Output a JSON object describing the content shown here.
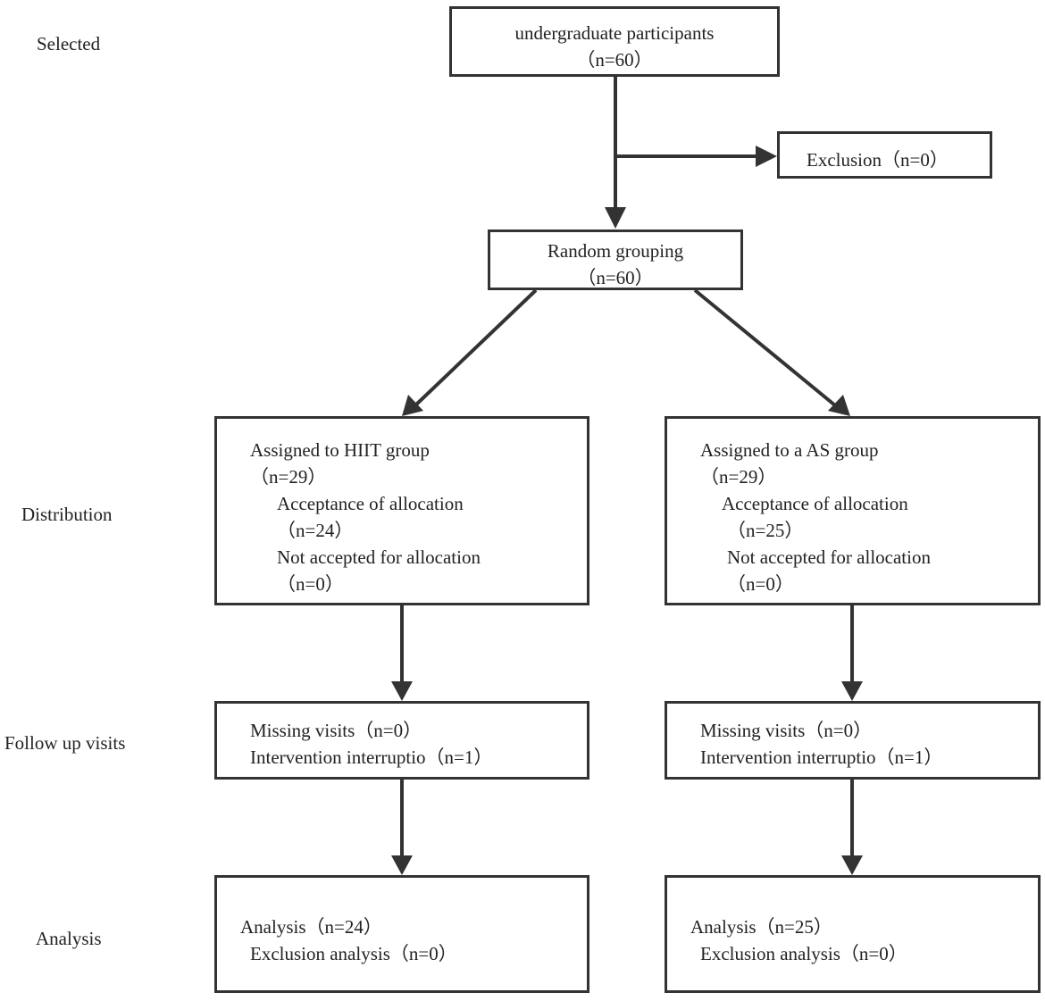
{
  "stages": {
    "selected": "Selected",
    "distribution": "Distribution",
    "follow_up": "Follow up visits",
    "analysis": "Analysis"
  },
  "participants": {
    "line1": "undergraduate participants",
    "line2": "（n=60）"
  },
  "exclusion": "Exclusion（n=0）",
  "random_grouping": {
    "line1": "Random grouping",
    "line2": "（n=60）"
  },
  "hiit": {
    "assigned": "Assigned to HIIT group",
    "assigned_n": "（n=29）",
    "accepted": "Acceptance of allocation",
    "accepted_n": "（n=24）",
    "not_accepted": "Not accepted for allocation",
    "not_accepted_n": "（n=0）",
    "missing": "Missing visits（n=0）",
    "interruption": "Intervention interruptio（n=1）",
    "analysis": "Analysis（n=24）",
    "exclusion_analysis": "Exclusion analysis（n=0）"
  },
  "as": {
    "assigned": "Assigned to a AS group",
    "assigned_n": "（n=29）",
    "accepted": "Acceptance of allocation",
    "accepted_n": "（n=25）",
    "not_accepted": "Not accepted for allocation",
    "not_accepted_n": "（n=0）",
    "missing": "Missing visits（n=0）",
    "interruption": "Intervention interruptio（n=1）",
    "analysis": "Analysis（n=25）",
    "exclusion_analysis": "Exclusion analysis（n=0）"
  },
  "colors": {
    "line": "#333333",
    "text": "#222222"
  }
}
